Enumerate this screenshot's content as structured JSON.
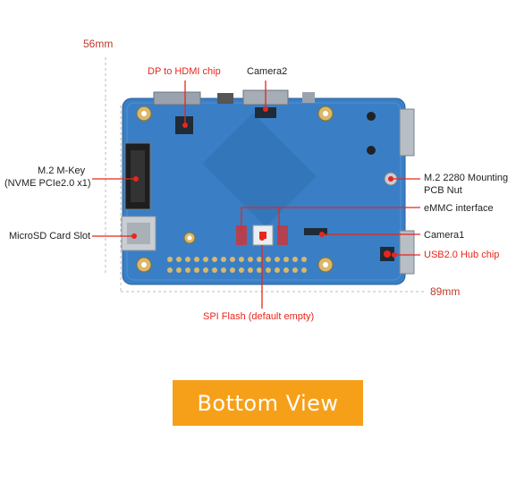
{
  "dimensions": {
    "width_label": "56mm",
    "length_label": "89mm"
  },
  "labels": {
    "dp_hdmi": "DP to HDMI chip",
    "camera2": "Camera2",
    "m2_key_line1": "M.2 M-Key",
    "m2_key_line2": "(NVME PCIe2.0 x1)",
    "microsd": "MicroSD Card Slot",
    "m2_nut_line1": "M.2 2280 Mounting",
    "m2_nut_line2": "PCB Nut",
    "emmc": "eMMC interface",
    "camera1": "Camera1",
    "usb_hub": "USB2.0 Hub chip",
    "spi_flash": "SPI Flash (default empty)"
  },
  "banner": {
    "text": "Bottom View"
  },
  "colors": {
    "board": "#3a7fc6",
    "callout": "#e8261c",
    "banner": "#f6a019",
    "dim_text": "#c0392b"
  }
}
